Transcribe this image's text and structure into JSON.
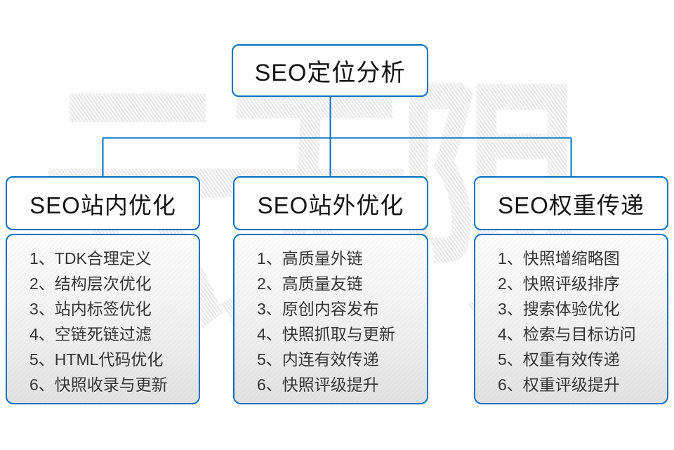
{
  "root": {
    "title": "SEO定位分析"
  },
  "watermark": {
    "text": "云无限"
  },
  "colors": {
    "accent": "#0070c0",
    "panel_top": "#fdfdfd",
    "panel_bottom": "#e2e2e2",
    "header_text": "#141414",
    "item_text": "#333333"
  },
  "columns": [
    {
      "title": "SEO站内优化",
      "items": [
        "1、TDK合理定义",
        "2、结构层次优化",
        "3、站内标签优化",
        "4、空链死链过滤",
        "5、HTML代码优化",
        "6、快照收录与更新"
      ]
    },
    {
      "title": "SEO站外优化",
      "items": [
        "1、高质量外链",
        "2、高质量友链",
        "3、原创内容发布",
        "4、快照抓取与更新",
        "5、内连有效传递",
        "6、快照评级提升"
      ]
    },
    {
      "title": "SEO权重传递",
      "items": [
        "1、快照增缩略图",
        "2、快照评级排序",
        "3、搜索体验优化",
        "4、检索与目标访问",
        "5、权重有效传递",
        "6、权重评级提升"
      ]
    }
  ]
}
